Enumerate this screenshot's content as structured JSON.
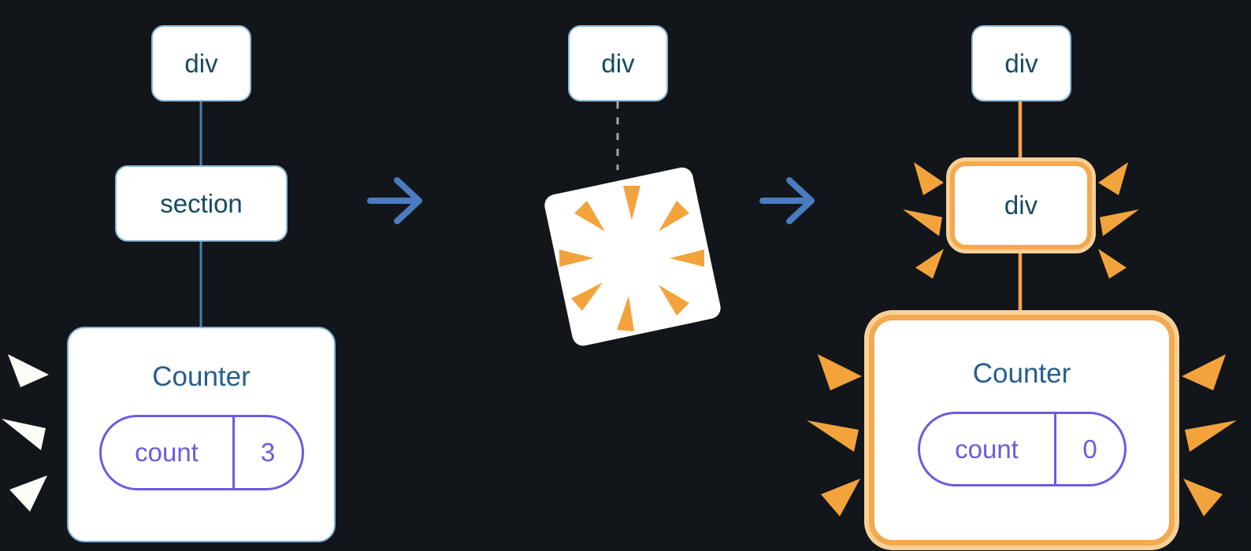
{
  "colors": {
    "background": "#12151a",
    "node_fill": "#ffffff",
    "node_border_blue": "#8cb6d4",
    "node_text": "#164a63",
    "counter_title_text": "#265e8e",
    "edge_blue": "#4484b0",
    "edge_orange": "#f2a649",
    "dashed_edge_gray": "#9aa8b8",
    "arrow_blue": "#4b7cc0",
    "state_purple": "#6a5ce0",
    "highlight_orange_border": "#f3a94e",
    "highlight_outer_ring": "#f7d099",
    "burst_orange": "#f2a33c",
    "burst_white": "#fcfcf6"
  },
  "left_tree": {
    "root_label": "div",
    "child_label": "section",
    "counter": {
      "title": "Counter",
      "state_key": "count",
      "state_value": "3"
    }
  },
  "transition": {
    "detached_label": "div"
  },
  "right_tree": {
    "root_label": "div",
    "child_label": "div",
    "counter": {
      "title": "Counter",
      "state_key": "count",
      "state_value": "0"
    }
  }
}
